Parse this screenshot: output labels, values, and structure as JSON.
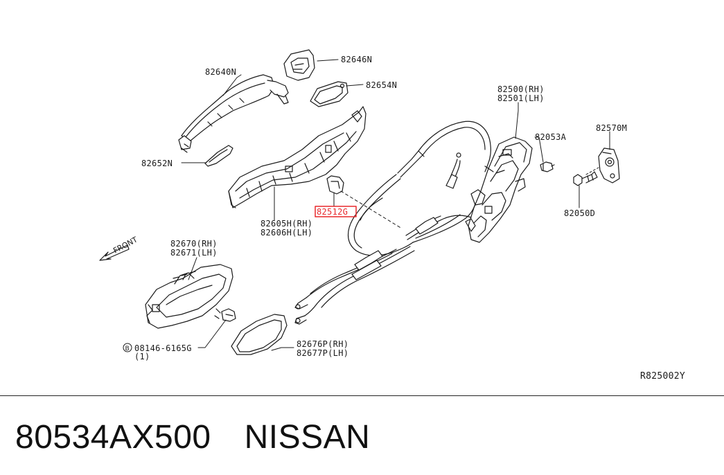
{
  "labels": {
    "p82640N": "82640N",
    "p82646N": "82646N",
    "p82654N": "82654N",
    "p82652N": "82652N",
    "p82605H": "82605H(RH)",
    "p82606H": "82606H(LH)",
    "p82512G": "82512G",
    "p82500": "82500(RH)",
    "p82501": "82501(LH)",
    "p82053A": "82053A",
    "p82570M": "82570M",
    "p82050D": "82050D",
    "p82670": "82670(RH)",
    "p82671": "82671(LH)",
    "p08146": "08146-6165G",
    "p08146_qty": "(1)",
    "bolt_mark": "B",
    "p82676P": "82676P(RH)",
    "p82677P": "82677P(LH)",
    "front": "FRONT",
    "diagram_id": "R825002Y"
  },
  "footer": {
    "part_number": "80534AX500",
    "brand": "NISSAN"
  },
  "colors": {
    "line": "#1a1a1a",
    "highlight": "#e8282c",
    "background": "#ffffff"
  }
}
